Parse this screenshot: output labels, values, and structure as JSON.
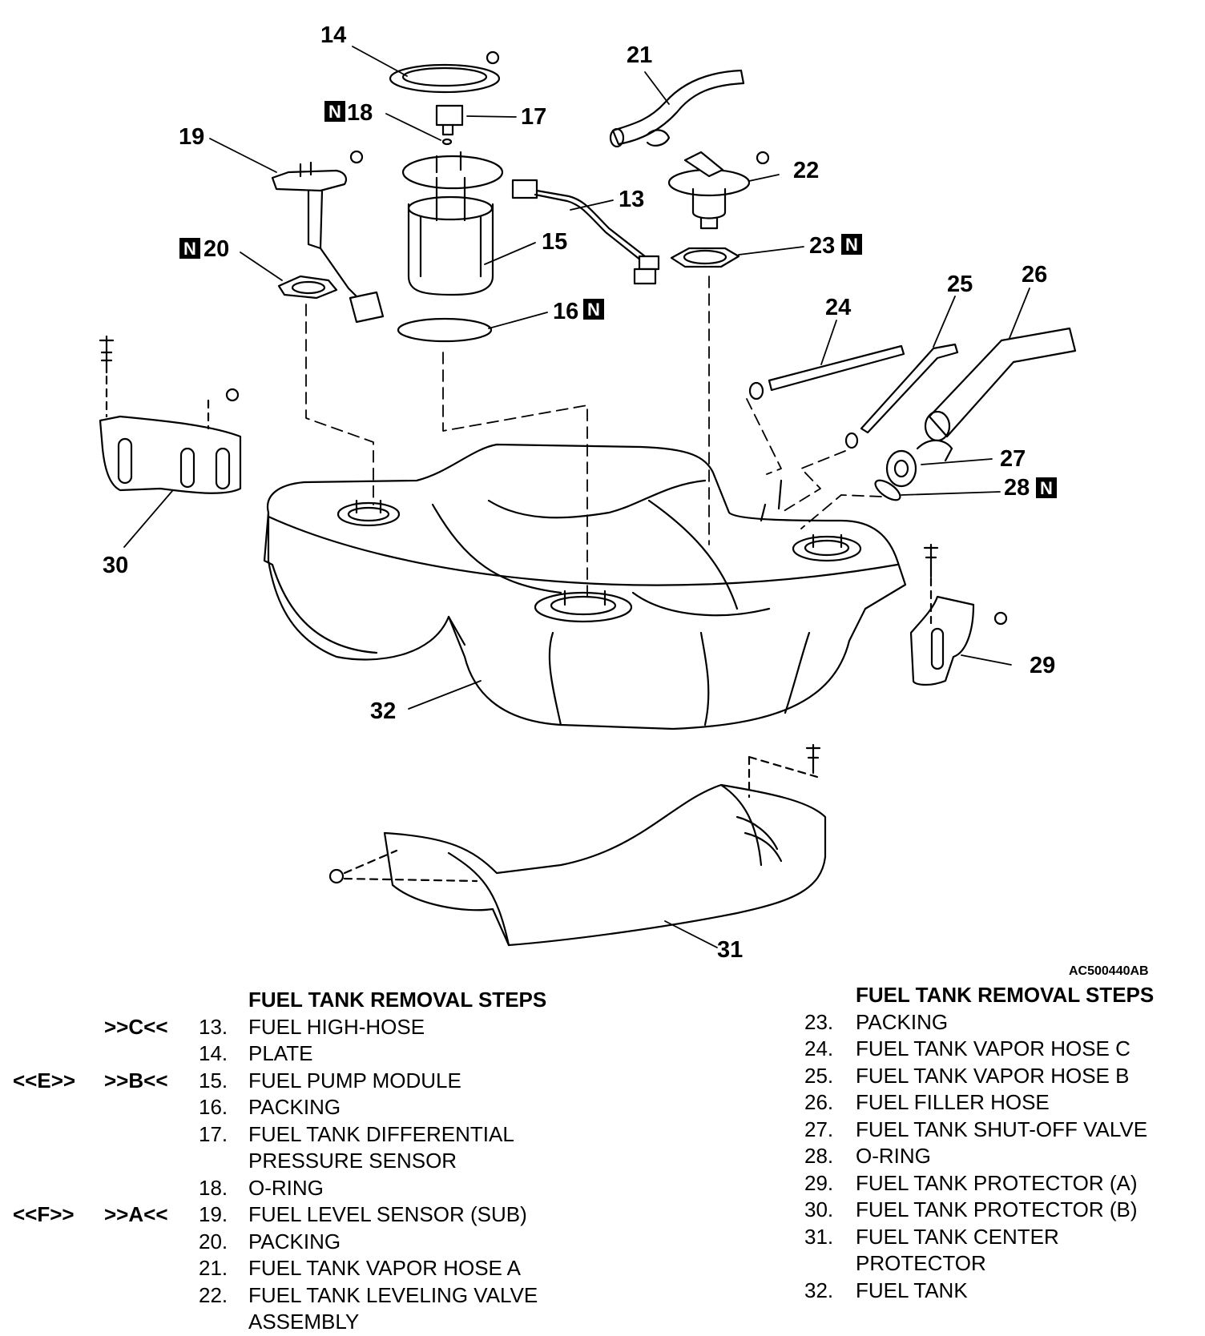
{
  "callouts": {
    "c13": "13",
    "c14": "14",
    "c15": "15",
    "c16": "16",
    "c17": "17",
    "c18": "18",
    "c19": "19",
    "c20": "20",
    "c21": "21",
    "c22": "22",
    "c23": "23",
    "c24": "24",
    "c25": "25",
    "c26": "26",
    "c27": "27",
    "c28": "28",
    "c29": "29",
    "c30": "30",
    "c31": "31",
    "c32": "32"
  },
  "n_badge": "N",
  "reference_code": "AC500440AB",
  "steps_left": {
    "title": "FUEL TANK REMOVAL STEPS",
    "rows": [
      {
        "m1": "",
        "m2": ">>C<<",
        "num": "13.",
        "text": "FUEL HIGH-HOSE"
      },
      {
        "m1": "",
        "m2": "",
        "num": "14.",
        "text": "PLATE"
      },
      {
        "m1": "<<E>>",
        "m2": ">>B<<",
        "num": "15.",
        "text": "FUEL PUMP MODULE"
      },
      {
        "m1": "",
        "m2": "",
        "num": "16.",
        "text": "PACKING"
      },
      {
        "m1": "",
        "m2": "",
        "num": "17.",
        "text": "FUEL TANK DIFFERENTIAL"
      },
      {
        "m1": "",
        "m2": "",
        "num": "",
        "text": "PRESSURE SENSOR"
      },
      {
        "m1": "",
        "m2": "",
        "num": "18.",
        "text": "O-RING"
      },
      {
        "m1": "<<F>>",
        "m2": ">>A<<",
        "num": "19.",
        "text": "FUEL LEVEL SENSOR (SUB)"
      },
      {
        "m1": "",
        "m2": "",
        "num": "20.",
        "text": "PACKING"
      },
      {
        "m1": "",
        "m2": "",
        "num": "21.",
        "text": "FUEL TANK VAPOR HOSE A"
      },
      {
        "m1": "",
        "m2": "",
        "num": "22.",
        "text": "FUEL TANK LEVELING VALVE"
      },
      {
        "m1": "",
        "m2": "",
        "num": "",
        "text": "ASSEMBLY"
      }
    ]
  },
  "steps_right": {
    "title": "FUEL TANK REMOVAL STEPS",
    "rows": [
      {
        "num": "23.",
        "text": "PACKING"
      },
      {
        "num": "24.",
        "text": "FUEL TANK VAPOR HOSE C"
      },
      {
        "num": "25.",
        "text": "FUEL TANK VAPOR HOSE B"
      },
      {
        "num": "26.",
        "text": "FUEL FILLER HOSE"
      },
      {
        "num": "27.",
        "text": "FUEL TANK SHUT-OFF VALVE"
      },
      {
        "num": "28.",
        "text": "O-RING"
      },
      {
        "num": "29.",
        "text": "FUEL TANK PROTECTOR (A)"
      },
      {
        "num": "30.",
        "text": "FUEL TANK PROTECTOR (B)"
      },
      {
        "num": "31.",
        "text": "FUEL TANK CENTER"
      },
      {
        "num": "",
        "text": "PROTECTOR"
      },
      {
        "num": "32.",
        "text": "FUEL TANK"
      }
    ]
  }
}
